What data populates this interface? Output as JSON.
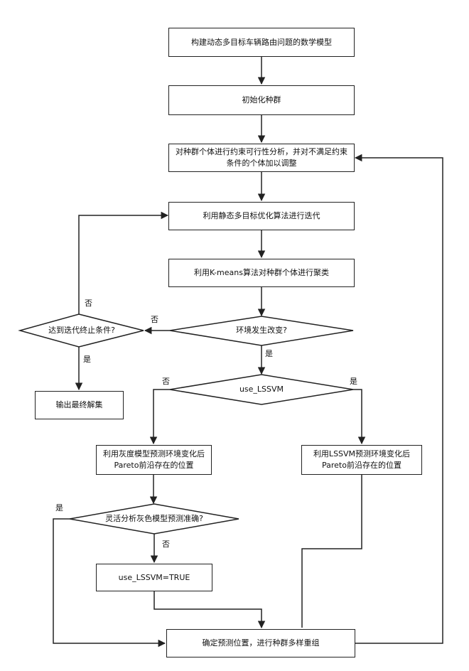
{
  "nodes": {
    "n1": "构建动态多目标车辆路由问题的数学模型",
    "n2": "初始化种群",
    "n3": "对种群个体进行约束可行性分析，并对不满足约束条件的个体加以调整",
    "n4": "利用静态多目标优化算法进行迭代",
    "n5": "利用K-means算法对种群个体进行聚类",
    "d1": "环境发生改变?",
    "d2": "达到迭代终止条件?",
    "n_out": "输出最终解集",
    "d3": "use_LSSVM",
    "n_grey": "利用灰度模型预测环境变化后Pareto前沿存在的位置",
    "n_lssvm": "利用LSSVM预测环境变化后Pareto前沿存在的位置",
    "d4": "灵活分析灰色模型预测准确?",
    "n_set": "use_LSSVM=TRUE",
    "n_final": "确定预测位置，进行种群多样重组"
  },
  "labels": {
    "d1_no": "否",
    "d1_yes": "是",
    "d2_no": "否",
    "d2_yes": "是",
    "d3_no": "否",
    "d3_yes": "是",
    "d4_yes": "是",
    "d4_no": "否"
  }
}
